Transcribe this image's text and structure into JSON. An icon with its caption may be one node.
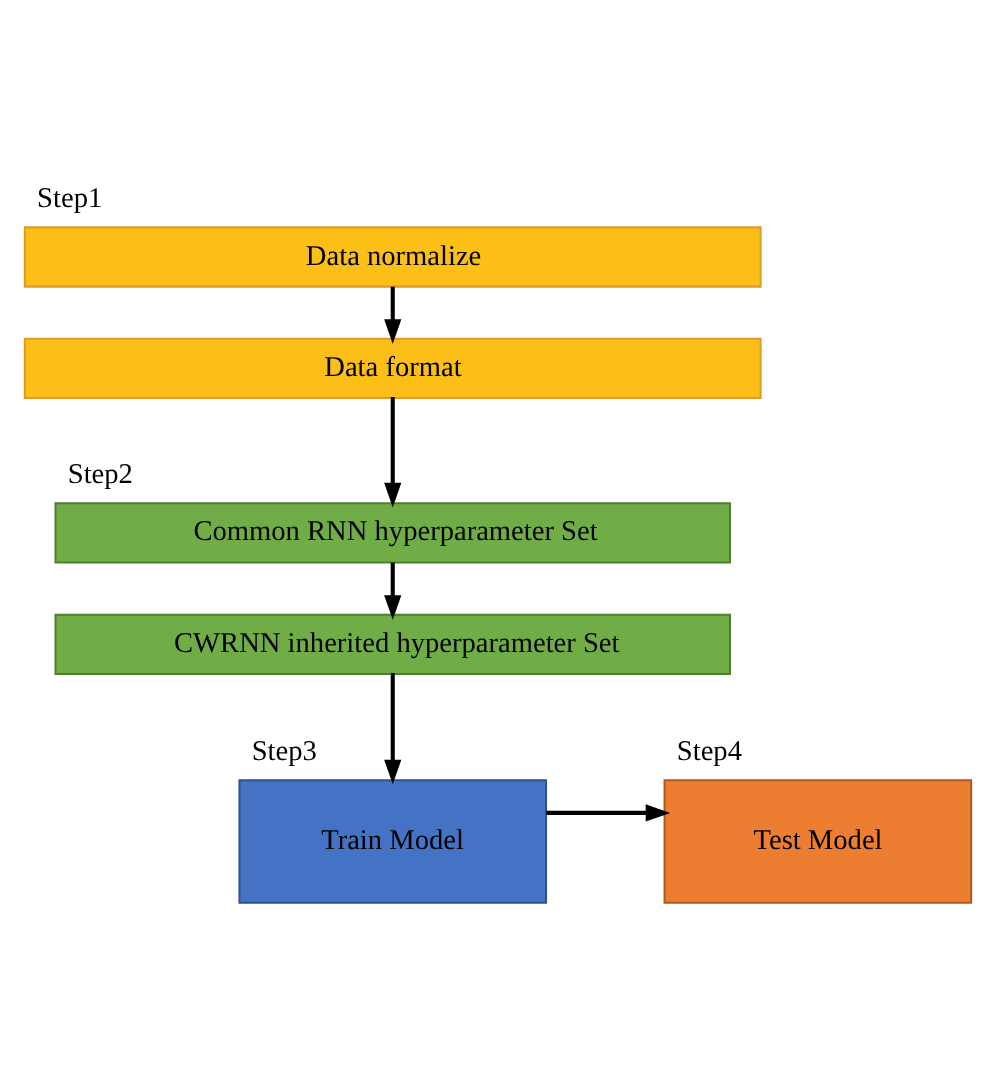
{
  "diagram": {
    "nodes": [
      {
        "text": [
          "Step1",
          "Data normalize"
        ]
      },
      {
        "text": [
          "Data format"
        ]
      },
      {
        "text": [
          "Step2",
          "Common RNN hyperparameter Set"
        ]
      },
      {
        "text": [
          "CWRNN inherited hyperparameter Set"
        ]
      },
      {
        "text": [
          "Step3",
          "Train Model"
        ]
      },
      {
        "text": [
          "Step4",
          "Test Model"
        ]
      }
    ],
    "edges": [
      {
        "from": 0,
        "to": 1,
        "arrow": "to"
      },
      {
        "from": 1,
        "to": 2,
        "arrow": "to"
      },
      {
        "from": 2,
        "to": 3,
        "arrow": "to"
      },
      {
        "from": 3,
        "to": 4,
        "arrow": "to"
      },
      {
        "from": 4,
        "to": 5,
        "arrow": "to"
      }
    ]
  }
}
